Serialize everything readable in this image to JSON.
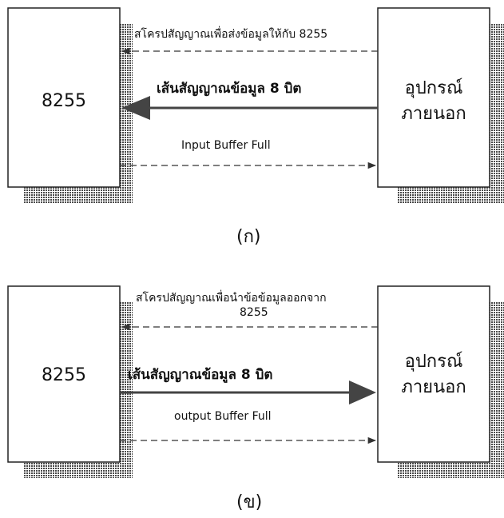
{
  "diagram_a": {
    "chip_label": "8255",
    "device_label_line1": "อุปกรณ์",
    "device_label_line2": "ภายนอก",
    "strobe_label": "สโครปสัญญาณเพื่อส่งข้อมูลให้กับ 8255",
    "data_label": "เส้นสัญญาณข้อมูล 8 บิต",
    "buffer_label": "Input Buffer Full",
    "caption": "(ก)"
  },
  "diagram_b": {
    "chip_label": "8255",
    "device_label_line1": "อุปกรณ์",
    "device_label_line2": "ภายนอก",
    "strobe_label_line1": "สโครปสัญญาณเพื่อนำข้อข้อมูลออกจาก",
    "strobe_label_line2": "8255",
    "data_label": "เส้นสัญญาณข้อมูล 8 บิต",
    "buffer_label": "output Buffer Full",
    "caption": "(ข)"
  }
}
